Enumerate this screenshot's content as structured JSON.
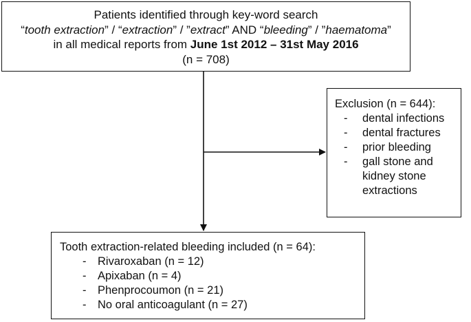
{
  "identified": {
    "line1": "Patients identified through key-word search",
    "q1_open": "“",
    "term1": "tooth extraction",
    "q1_close": "” / “",
    "term2": "extraction",
    "q2_close": "” / ”",
    "term3": "extract",
    "and_text": "” AND “",
    "term4": "bleeding",
    "q4_close": "” / ”",
    "term5": "haematoma",
    "q5_close": "”",
    "line3_prefix": "in all medical reports from ",
    "date_range": "June 1st 2012 – 31st May 2016",
    "count": "(n = 708)"
  },
  "exclusion": {
    "heading": "Exclusion (n = 644):",
    "items": [
      {
        "dash": "-",
        "lines": [
          "dental infections"
        ]
      },
      {
        "dash": "-",
        "lines": [
          "dental fractures"
        ]
      },
      {
        "dash": "-",
        "lines": [
          "prior bleeding"
        ]
      },
      {
        "dash": "-",
        "lines": [
          "gall stone and",
          "kidney stone",
          "extractions"
        ]
      }
    ]
  },
  "included": {
    "heading": "Tooth extraction-related bleeding included (n = 64):",
    "items": [
      {
        "dash": "-",
        "label": "Rivaroxaban (n = 12)"
      },
      {
        "dash": "-",
        "label": "Apixaban (n = 4)"
      },
      {
        "dash": "-",
        "label": "Phenprocoumon (n = 21)"
      },
      {
        "dash": "-",
        "label": "No oral anticoagulant (n = 27)"
      }
    ]
  }
}
